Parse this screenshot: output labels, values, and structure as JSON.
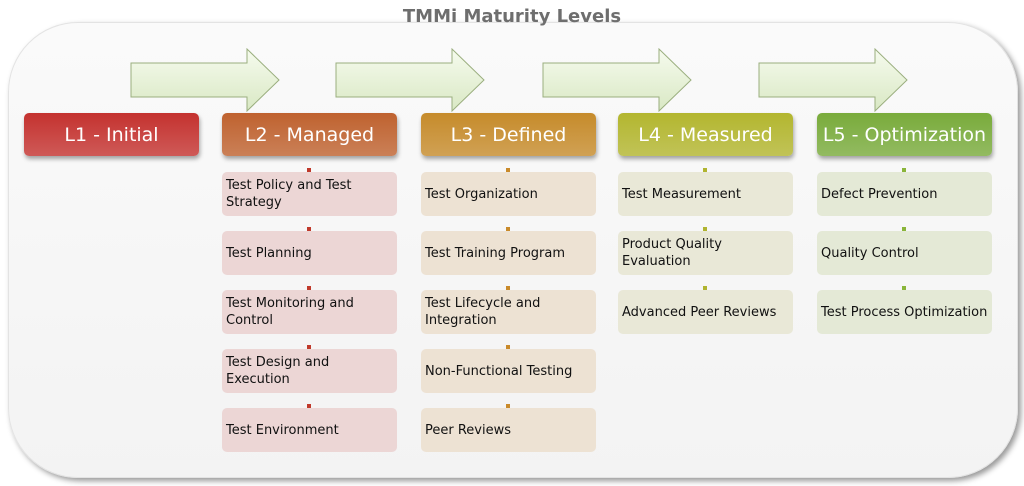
{
  "title": "TMMi Maturity Levels",
  "levels": [
    {
      "label": "L1 - Initial",
      "color": "#c4322f",
      "item_bg": "#ecd6d5",
      "items": []
    },
    {
      "label": "L2 - Managed",
      "color": "#bf622f",
      "item_bg": "#ecd6d5",
      "conn": "#c0392b",
      "items": [
        "Test Policy and Test Strategy",
        "Test Planning",
        "Test Monitoring and Control",
        "Test Design and Execution",
        "Test Environment"
      ]
    },
    {
      "label": "L3 - Defined",
      "color": "#c68b2b",
      "item_bg": "#ede2d3",
      "conn": "#c98a2a",
      "items": [
        "Test Organization",
        "Test Training Program",
        "Test Lifecycle and Integration",
        "Non-Functional Testing",
        "Peer Reviews"
      ]
    },
    {
      "label": "L4 - Measured",
      "color": "#b3b62f",
      "item_bg": "#e9e8d7",
      "conn": "#b0b430",
      "items": [
        "Test Measurement",
        "Product Quality Evaluation",
        "Advanced Peer Reviews"
      ]
    },
    {
      "label": "L5 - Optimization",
      "color": "#79ab3b",
      "item_bg": "#e4e9d6",
      "conn": "#8ab53a",
      "items": [
        "Defect Prevention",
        "Quality Control",
        "Test Process Optimization"
      ]
    }
  ]
}
